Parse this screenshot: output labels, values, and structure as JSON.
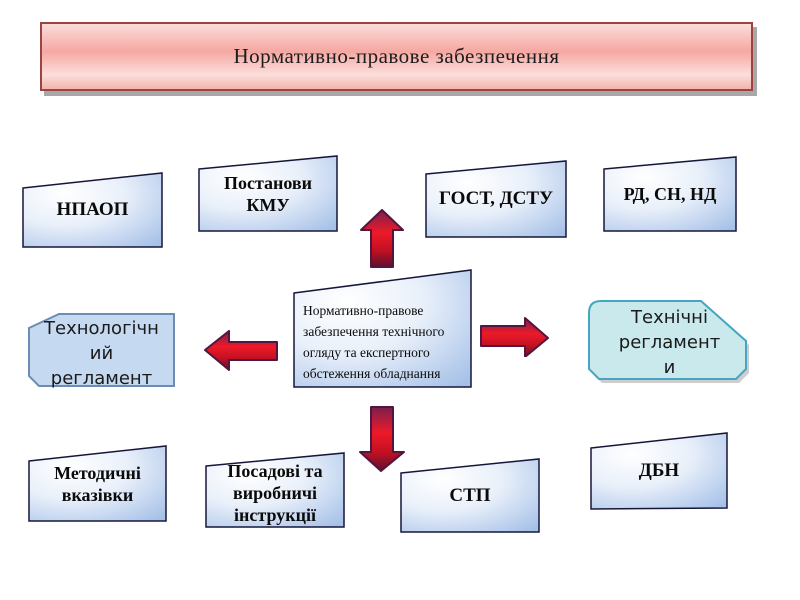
{
  "title": "Нормативно-правове забезпечення",
  "center_box": {
    "label": "Нормативно-правове забезпечення технічного огляду та експертного обстеження обладнання",
    "lines": [
      "Нормативно-правове",
      "забезпечення технічного",
      "огляду та експертного",
      "обстеження обладнання"
    ]
  },
  "boxes": {
    "npaop": {
      "label": "НПАОП",
      "lines": [
        "НПАОП"
      ]
    },
    "postanovy_kmu": {
      "label": "Постанови КМУ",
      "lines": [
        "Постанови",
        "КМУ"
      ]
    },
    "gost_dstu": {
      "label": "ГОСТ, ДСТУ",
      "lines": [
        "ГОСТ, ДСТУ"
      ]
    },
    "rd_sn_nd": {
      "label": "РД, СН,  НД",
      "lines": [
        "РД, СН,  НД"
      ]
    },
    "tehnologichnyi_reglament": {
      "label": "Технологічний регламент",
      "lines": [
        "Технологічн",
        "ий",
        "регламент"
      ]
    },
    "tehnichni_reglamenty": {
      "label": "Технічні регламенти",
      "lines": [
        "Технічні",
        "регламент",
        "и"
      ]
    },
    "metodychni_vkazivky": {
      "label": "Методичні вказівки",
      "lines": [
        "Методичні",
        "вказівки"
      ]
    },
    "posadovi_instruktsii": {
      "label": "Посадові та виробничі інструкції",
      "lines": [
        "Посадові та",
        "виробничі",
        "інструкції"
      ]
    },
    "stp": {
      "label": "СТП",
      "lines": [
        "СТП"
      ]
    },
    "dbn": {
      "label": "ДБН",
      "lines": [
        "ДБН"
      ]
    }
  },
  "arrows": {
    "up": "arrow-up",
    "down": "arrow-down",
    "left": "arrow-left",
    "right": "arrow-right"
  },
  "colors": {
    "banner_top": "#fbdcda",
    "banner_mid": "#f5a8a2",
    "banner_light": "#fbdedb",
    "banner_bottom": "#f2b3ae",
    "banner_border": "#9c4441",
    "box_gradient_light": "#ffffff",
    "box_gradient_blue": "#a6c1e8",
    "box_border": "#16163a",
    "tech_reglament_fill": "#c5d9f1",
    "tech_reglament_border": "#6d8cb3",
    "teal_fill": "#c9e9ec",
    "teal_border": "#44a6c0",
    "arrow_bright_red": "#ed1a28",
    "arrow_dark_maroon": "#5c1030",
    "arrow_outline": "#521640",
    "shadow_gray": "#a8a8a8"
  }
}
